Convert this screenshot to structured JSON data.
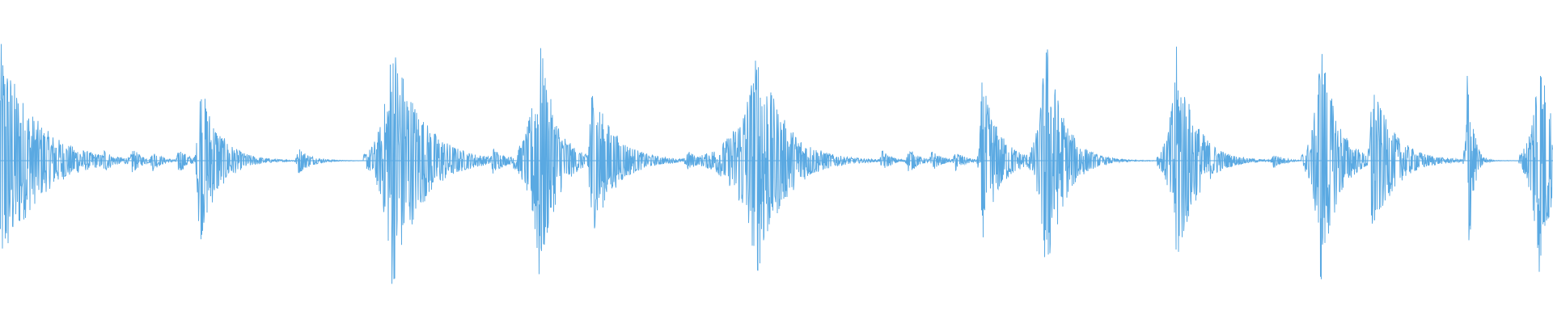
{
  "waveform": {
    "color": "#5aa9e2",
    "background": "#ffffff",
    "transients": [
      {
        "t": 0.0,
        "amp": 0.86,
        "decay": 0.022,
        "attack": 0.004
      },
      {
        "t": 0.067,
        "amp": 0.09,
        "decay": 0.006,
        "attack": 0.001
      },
      {
        "t": 0.085,
        "amp": 0.1,
        "decay": 0.006,
        "attack": 0.001
      },
      {
        "t": 0.098,
        "amp": 0.08,
        "decay": 0.006,
        "attack": 0.001
      },
      {
        "t": 0.115,
        "amp": 0.1,
        "decay": 0.006,
        "attack": 0.001
      },
      {
        "t": 0.128,
        "amp": 0.63,
        "decay": 0.012,
        "attack": 0.001
      },
      {
        "t": 0.192,
        "amp": 0.1,
        "decay": 0.008,
        "attack": 0.001
      },
      {
        "t": 0.252,
        "amp": 0.95,
        "decay": 0.018,
        "attack": 0.006
      },
      {
        "t": 0.27,
        "amp": 0.14,
        "decay": 0.008,
        "attack": 0.001
      },
      {
        "t": 0.317,
        "amp": 0.1,
        "decay": 0.008,
        "attack": 0.001
      },
      {
        "t": 0.347,
        "amp": 0.94,
        "decay": 0.01,
        "attack": 0.006
      },
      {
        "t": 0.38,
        "amp": 0.58,
        "decay": 0.015,
        "attack": 0.001
      },
      {
        "t": 0.442,
        "amp": 0.08,
        "decay": 0.008,
        "attack": 0.001
      },
      {
        "t": 0.487,
        "amp": 0.85,
        "decay": 0.017,
        "attack": 0.012
      },
      {
        "t": 0.568,
        "amp": 0.08,
        "decay": 0.006,
        "attack": 0.001
      },
      {
        "t": 0.585,
        "amp": 0.1,
        "decay": 0.006,
        "attack": 0.001
      },
      {
        "t": 0.6,
        "amp": 0.08,
        "decay": 0.006,
        "attack": 0.001
      },
      {
        "t": 0.615,
        "amp": 0.08,
        "decay": 0.006,
        "attack": 0.001
      },
      {
        "t": 0.632,
        "amp": 0.6,
        "decay": 0.011,
        "attack": 0.001
      },
      {
        "t": 0.673,
        "amp": 0.95,
        "decay": 0.011,
        "attack": 0.004
      },
      {
        "t": 0.757,
        "amp": 0.85,
        "decay": 0.012,
        "attack": 0.004
      },
      {
        "t": 0.82,
        "amp": 0.06,
        "decay": 0.006,
        "attack": 0.001
      },
      {
        "t": 0.85,
        "amp": 0.94,
        "decay": 0.01,
        "attack": 0.004
      },
      {
        "t": 0.883,
        "amp": 0.58,
        "decay": 0.014,
        "attack": 0.001
      },
      {
        "t": 0.945,
        "amp": 0.94,
        "decay": 0.003,
        "attack": 0.001
      },
      {
        "t": 0.99,
        "amp": 0.9,
        "decay": 0.01,
        "attack": 0.004
      }
    ]
  }
}
